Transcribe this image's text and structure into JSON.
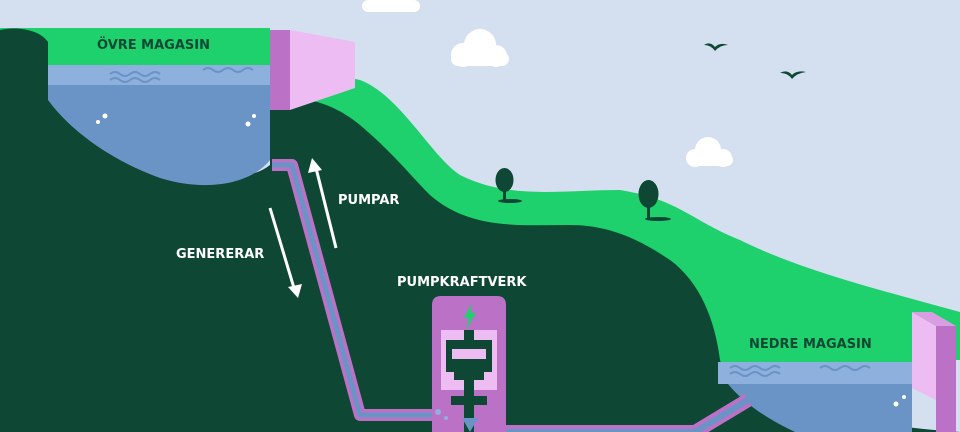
{
  "labels": {
    "upper_reservoir": "ÖVRE MAGASIN",
    "pumping": "PUMPAR",
    "generating": "GENERERAR",
    "power_station": "PUMPKRAFTVERK",
    "lower_reservoir": "NEDRE MAGASIN"
  },
  "colors": {
    "sky": "#d4dff0",
    "grass": "#1ed16c",
    "mountain": "#0e4733",
    "water": "#6a93c6",
    "water_light": "#8db1dc",
    "dam_front": "#bb72c6",
    "dam_side": "#ecbcf2",
    "pipe": "#bb72c6",
    "cloud": "#ffffff",
    "text_dark": "#0e4733",
    "text_light": "#ffffff"
  }
}
